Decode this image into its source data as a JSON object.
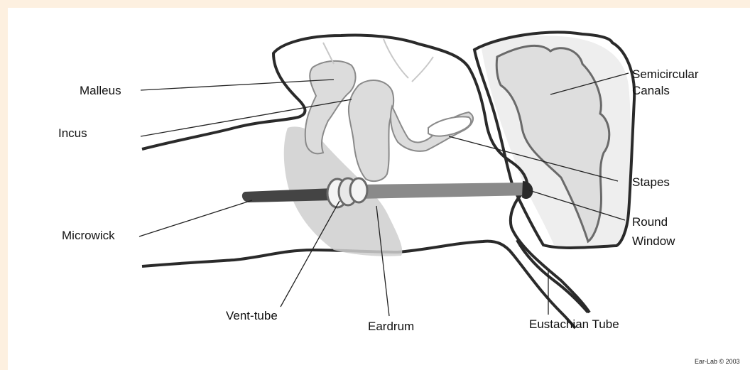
{
  "labels": {
    "malleus": "Malleus",
    "incus": "Incus",
    "microwick": "Microwick",
    "vent_tube": "Vent-tube",
    "eardrum": "Eardrum",
    "eustachian_tube": "Eustachian Tube",
    "semicircular_line1": "Semicircular",
    "semicircular_line2": "Canals",
    "stapes": "Stapes",
    "round_window_line1": "Round",
    "round_window_line2": "Window"
  },
  "credit": "Ear-Lab © 2003",
  "colors": {
    "page_background": "#fdf0e0",
    "panel_background": "#ffffff",
    "outline": "#2a2a2a",
    "bone_fill": "#dcdcdc",
    "eardrum_fill": "#c8c8c8",
    "microwick_dark": "#444444",
    "microwick_light": "#8a8a8a"
  }
}
